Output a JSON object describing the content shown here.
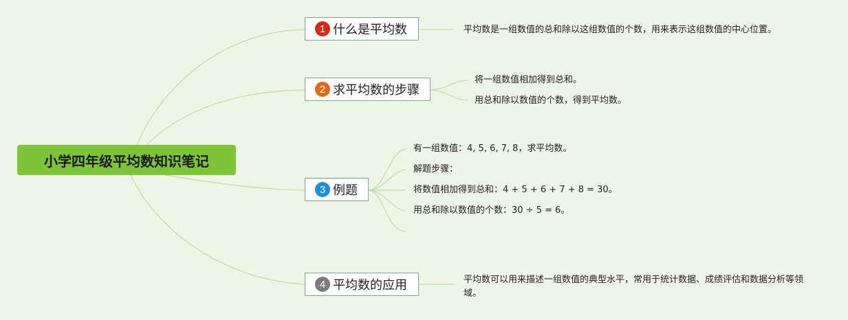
{
  "colors": {
    "background": "#eef5e6",
    "root_fill": "#7dc43a",
    "connector": "#b9dcaa",
    "branch_border": "#7fa889",
    "badge_1": "#d42a16",
    "badge_2": "#e06a1b",
    "badge_3": "#1e8fd9",
    "badge_4": "#7c7c7c"
  },
  "root": {
    "title": "小学四年级平均数知识笔记"
  },
  "branches": [
    {
      "number": "1",
      "label": "什么是平均数",
      "children": [
        "平均数是一组数值的总和除以这组数值的个数，用来表示这组数值的中心位置。"
      ]
    },
    {
      "number": "2",
      "label": "求平均数的步骤",
      "children": [
        "将一组数值相加得到总和。",
        "用总和除以数值的个数，得到平均数。"
      ]
    },
    {
      "number": "3",
      "label": "例题",
      "children": [
        "有一组数值：4, 5, 6, 7, 8，求平均数。",
        "解题步骤：",
        "将数值相加得到总和：4 + 5 + 6 + 7 + 8 = 30。",
        "用总和除以数值的个数：30 ÷ 5 = 6。"
      ]
    },
    {
      "number": "4",
      "label": "平均数的应用",
      "children": [
        "平均数可以用来描述一组数值的典型水平，常用于统计数据、成绩评估和数据分析等领域。"
      ]
    }
  ]
}
